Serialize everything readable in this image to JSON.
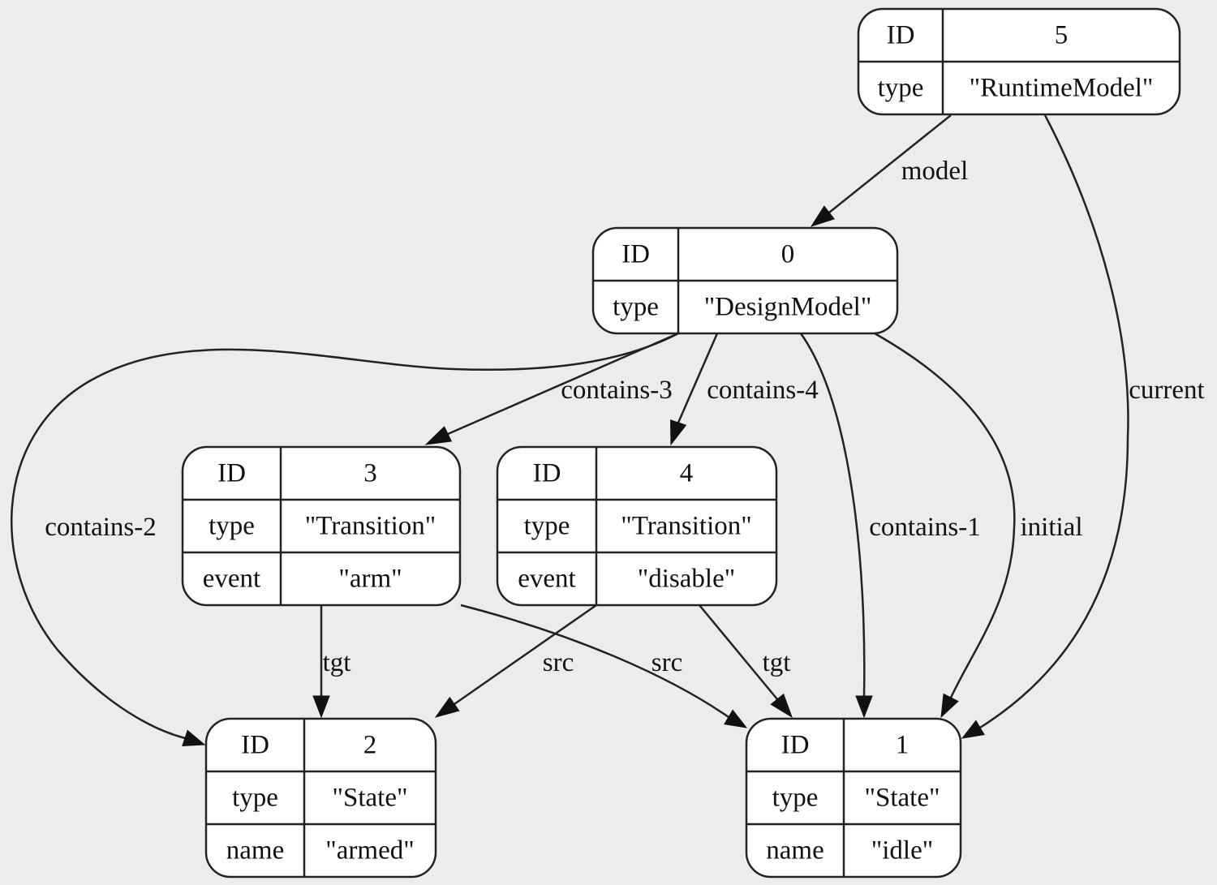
{
  "nodes": [
    {
      "id": "n5",
      "rows": [
        {
          "key": "ID",
          "value": "5"
        },
        {
          "key": "type",
          "value": "\"RuntimeModel\""
        }
      ]
    },
    {
      "id": "n0",
      "rows": [
        {
          "key": "ID",
          "value": "0"
        },
        {
          "key": "type",
          "value": "\"DesignModel\""
        }
      ]
    },
    {
      "id": "n3",
      "rows": [
        {
          "key": "ID",
          "value": "3"
        },
        {
          "key": "type",
          "value": "\"Transition\""
        },
        {
          "key": "event",
          "value": "\"arm\""
        }
      ]
    },
    {
      "id": "n4",
      "rows": [
        {
          "key": "ID",
          "value": "4"
        },
        {
          "key": "type",
          "value": "\"Transition\""
        },
        {
          "key": "event",
          "value": "\"disable\""
        }
      ]
    },
    {
      "id": "n2",
      "rows": [
        {
          "key": "ID",
          "value": "2"
        },
        {
          "key": "type",
          "value": "\"State\""
        },
        {
          "key": "name",
          "value": "\"armed\""
        }
      ]
    },
    {
      "id": "n1",
      "rows": [
        {
          "key": "ID",
          "value": "1"
        },
        {
          "key": "type",
          "value": "\"State\""
        },
        {
          "key": "name",
          "value": "\"idle\""
        }
      ]
    }
  ],
  "edges": [
    {
      "id": "e-model",
      "from": "5",
      "to": "0",
      "label": "model"
    },
    {
      "id": "e-current",
      "from": "5",
      "to": "1",
      "label": "current"
    },
    {
      "id": "e-contains-2",
      "from": "0",
      "to": "2",
      "label": "contains-2"
    },
    {
      "id": "e-contains-3",
      "from": "0",
      "to": "3",
      "label": "contains-3"
    },
    {
      "id": "e-contains-4",
      "from": "0",
      "to": "4",
      "label": "contains-4"
    },
    {
      "id": "e-contains-1",
      "from": "0",
      "to": "1",
      "label": "contains-1"
    },
    {
      "id": "e-initial",
      "from": "0",
      "to": "1",
      "label": "initial"
    },
    {
      "id": "e-tgt-3",
      "from": "3",
      "to": "2",
      "label": "tgt"
    },
    {
      "id": "e-src-3",
      "from": "3",
      "to": "1",
      "label": "src"
    },
    {
      "id": "e-src-4",
      "from": "4",
      "to": "2",
      "label": "src"
    },
    {
      "id": "e-tgt-4",
      "from": "4",
      "to": "1",
      "label": "tgt"
    }
  ],
  "colors": {
    "background": "#ececec",
    "node_fill": "#ffffff",
    "stroke": "#222222"
  }
}
